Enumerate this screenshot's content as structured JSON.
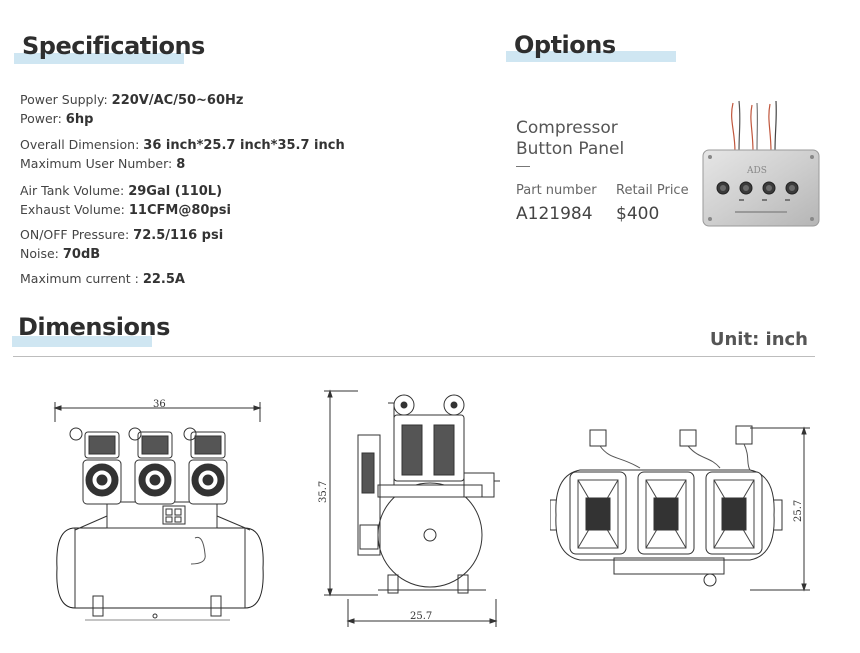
{
  "specifications": {
    "title": "Specifications",
    "items": [
      {
        "label": "Power Supply:",
        "value": "220V/AC/50~60Hz"
      },
      {
        "label": "Power:",
        "value": "6hp"
      },
      {
        "label": "Overall Dimension:",
        "value": "36 inch*25.7 inch*35.7 inch"
      },
      {
        "label": "Maximum User Number:",
        "value": "8"
      },
      {
        "label": "Air Tank Volume:",
        "value": "29Gal (110L)"
      },
      {
        "label": "Exhaust Volume:",
        "value": "11CFM@80psi"
      },
      {
        "label": "ON/OFF Pressure:",
        "value": "72.5/116 psi"
      },
      {
        "label": "Noise:",
        "value": "70dB"
      },
      {
        "label": "Maximum current :",
        "value": "22.5A"
      }
    ]
  },
  "options": {
    "title": "Options",
    "product_line1": "Compressor",
    "product_line2": "Button Panel",
    "part_number_label": "Part number",
    "part_number": "A121984",
    "retail_price_label": "Retail Price",
    "retail_price": "$400",
    "panel_brand": "ADS"
  },
  "dimensions": {
    "title": "Dimensions",
    "unit": "Unit: inch",
    "front_width": "36",
    "side_height": "35.7",
    "side_width": "25.7",
    "top_depth": "25.7"
  }
}
